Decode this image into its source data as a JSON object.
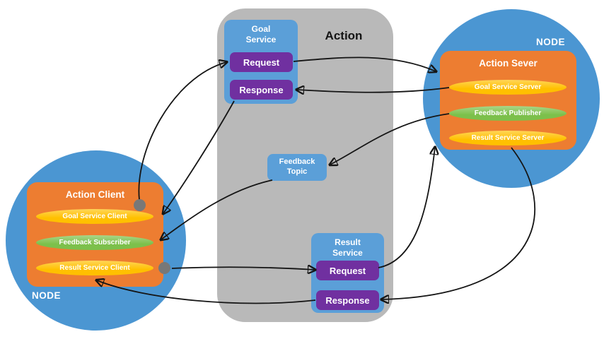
{
  "colors": {
    "node_blue": "#4b96d2",
    "container_gray": "#b9b9b9",
    "service_blue": "#5b9fd8",
    "purple": "#7030a0",
    "orange": "#ed7d31",
    "yellow": "#ffc000",
    "green": "#7cc04b",
    "dot_gray": "#787878"
  },
  "action": {
    "label": "Action"
  },
  "goal_service": {
    "title_line1": "Goal",
    "title_line2": "Service",
    "request_label": "Request",
    "response_label": "Response"
  },
  "feedback_topic": {
    "title_line1": "Feedback",
    "title_line2": "Topic"
  },
  "result_service": {
    "title_line1": "Result",
    "title_line2": "Service",
    "request_label": "Request",
    "response_label": "Response"
  },
  "server_node": {
    "node_label": "NODE",
    "title": "Action Sever",
    "pills": [
      {
        "label": "Goal Service Server",
        "color": "#ffc000"
      },
      {
        "label": "Feedback Publisher",
        "color": "#7cc04b"
      },
      {
        "label": "Result Service Server",
        "color": "#ffc000"
      }
    ]
  },
  "client_node": {
    "node_label": "NODE",
    "title": "Action Client",
    "pills": [
      {
        "label": "Goal Service Client",
        "color": "#ffc000"
      },
      {
        "label": "Feedback Subscriber",
        "color": "#7cc04b"
      },
      {
        "label": "Result Service Client",
        "color": "#ffc000"
      }
    ]
  }
}
